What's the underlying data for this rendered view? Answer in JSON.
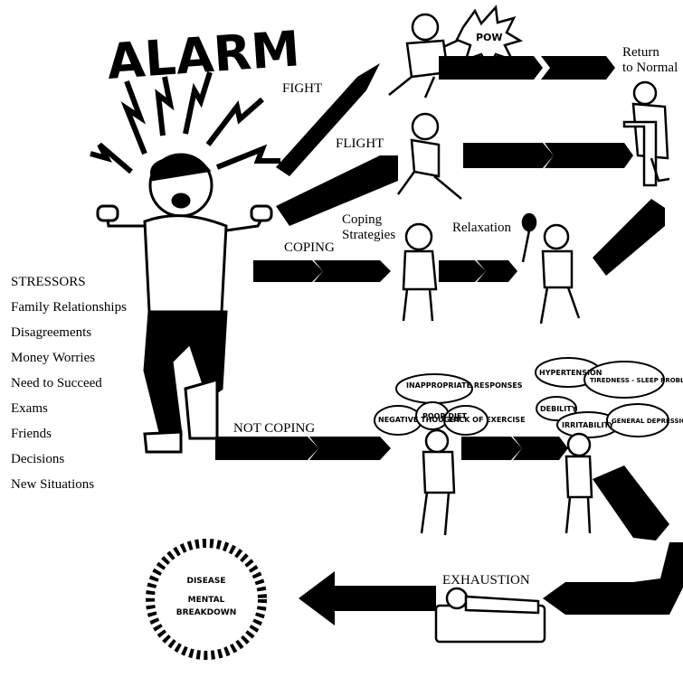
{
  "title": "ALARM",
  "branches": {
    "fight": "FIGHT",
    "flight": "FLIGHT",
    "coping": "COPING",
    "coping_strategies": "Coping Strategies",
    "relaxation": "Relaxation",
    "return_to_normal": "Return to Normal",
    "not_coping": "NOT COPING",
    "exhaustion": "EXHAUSTION"
  },
  "pow": "POW",
  "stressors": {
    "heading": "STRESSORS",
    "items": [
      "Family Relationships",
      "Disagreements",
      "Money Worries",
      "Need to Succeed",
      "Exams",
      "Friends",
      "Decisions",
      "New Situations"
    ]
  },
  "not_coping_bubbles": [
    "INAPPROPRIATE RESPONSES",
    "NEGATIVE THOUGHT",
    "POOR DIET",
    "LACK OF EXERCISE"
  ],
  "symptom_bubbles": [
    "HYPERTENSION",
    "TIREDNESS - SLEEP PROBLEMS",
    "DEBILITY",
    "IRRITABILITY",
    "GENERAL DEPRESSION"
  ],
  "outcome": {
    "line1": "DISEASE",
    "line2": "MENTAL",
    "line3": "BREAKDOWN"
  }
}
